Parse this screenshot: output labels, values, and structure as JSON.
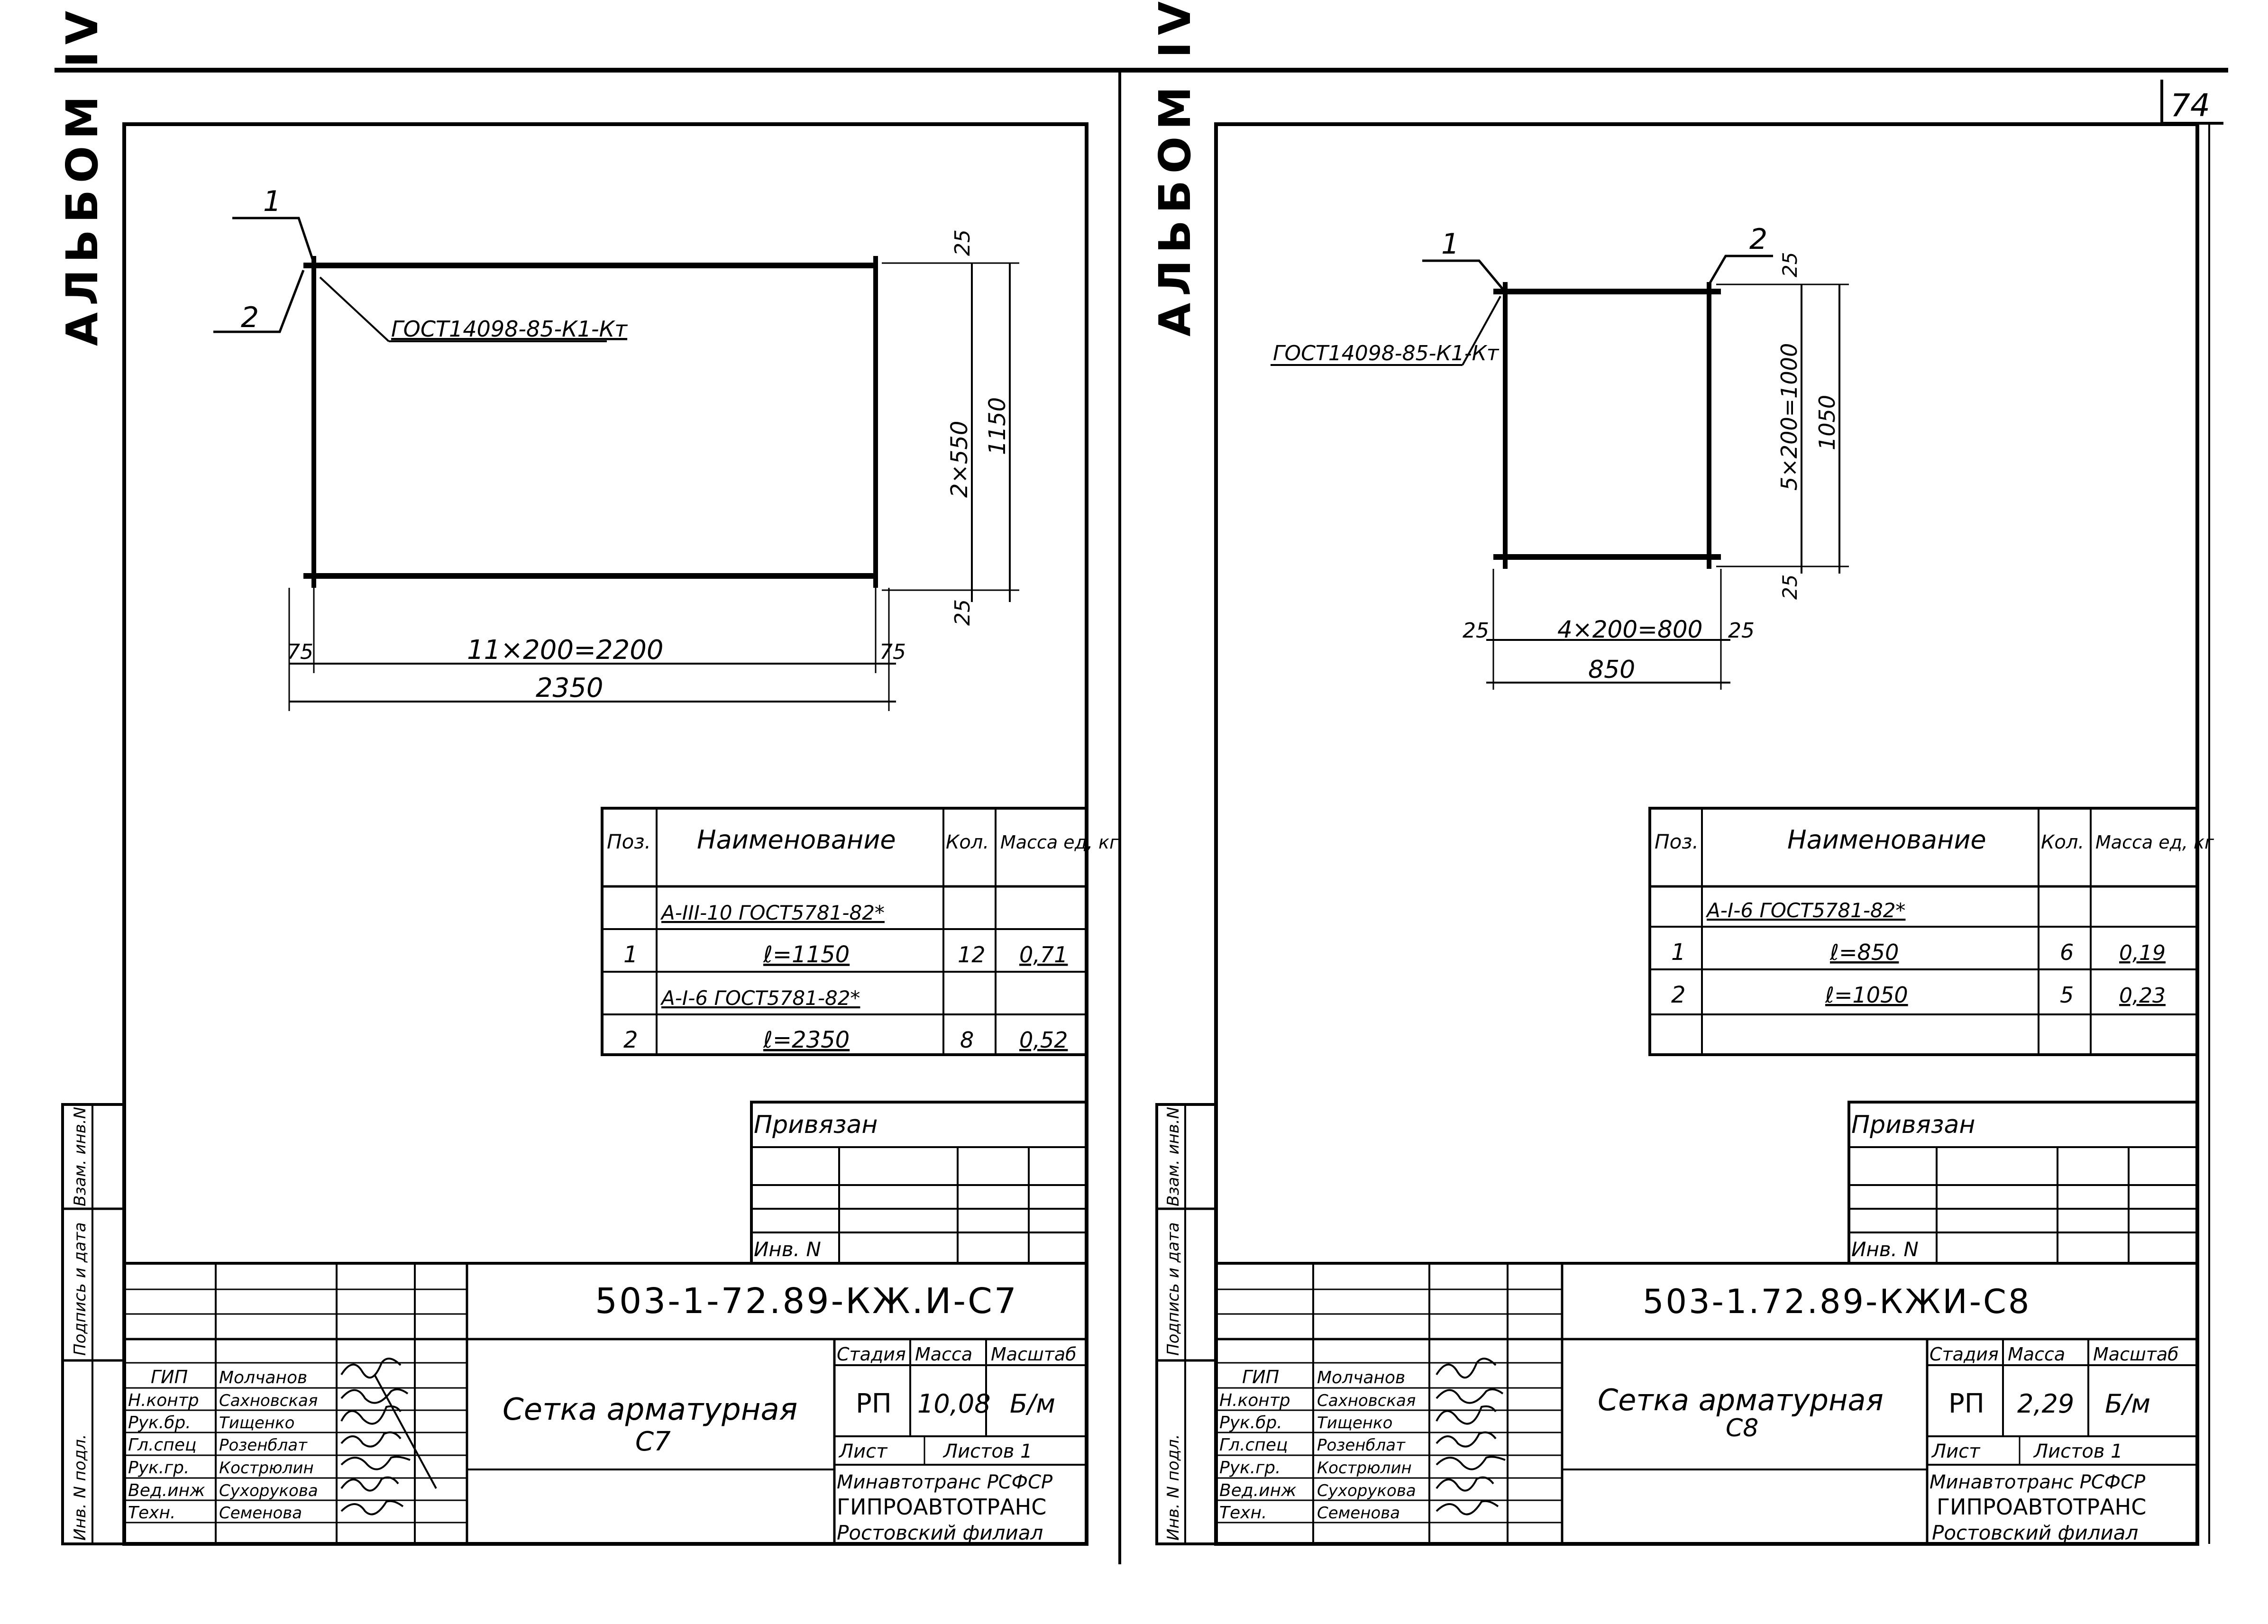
{
  "page_number": "74",
  "left_sheet": {
    "album_label": "АЛЬБОМ IV",
    "callouts": {
      "pos1": "1",
      "pos2": "2",
      "weld_note": "ГОСТ14098-85-К1-Кт"
    },
    "dims": {
      "top_offset": "25",
      "rows": "2×550",
      "height_total": "1150",
      "bottom_offset": "25",
      "left_offset": "75",
      "cols": "11×200=2200",
      "right_offset": "75",
      "width_total": "2350"
    },
    "spec": {
      "headers": [
        "Поз.",
        "Наименование",
        "Кол.",
        "Масса ед, кг"
      ],
      "rows": [
        [
          "",
          "А-III-10 ГОСТ5781-82*",
          "",
          ""
        ],
        [
          "1",
          "ℓ=1150",
          "12",
          "0,71"
        ],
        [
          "",
          "А-I-6 ГОСТ5781-82*",
          "",
          ""
        ],
        [
          "2",
          "ℓ=2350",
          "8",
          "0,52"
        ]
      ]
    },
    "privyazan": "Привязан",
    "inv_n": "Инв. N",
    "side_stamp": [
      "Инв. N подл.",
      "Подпись и дата",
      "Взам. инв.N"
    ],
    "title": {
      "code": "503-1-72.89-КЖ.И-С7",
      "name_line1": "Сетка арматурная",
      "name_line2": "С7",
      "stage_header": "Стадия",
      "mass_header": "Масса",
      "scale_header": "Масштаб",
      "stage": "РП",
      "mass": "10,08",
      "scale": "Б/м",
      "sheet_label": "Лист",
      "sheets_label": "Листов 1",
      "org_line1": "Минавтотранс РСФСР",
      "org_line2": "ГИПРОАВТОТРАНС",
      "org_line3": "Ростовский филиал",
      "staff": [
        {
          "role": "ГИП",
          "name": "Молчанов"
        },
        {
          "role": "Н.контр",
          "name": "Сахновская"
        },
        {
          "role": "Рук.бр.",
          "name": "Тищенко"
        },
        {
          "role": "Гл.спец",
          "name": "Розенблат"
        },
        {
          "role": "Рук.гр.",
          "name": "Кострюлин"
        },
        {
          "role": "Вед.инж",
          "name": "Сухорукова"
        },
        {
          "role": "Техн.",
          "name": "Семенова"
        }
      ]
    }
  },
  "right_sheet": {
    "album_label": "АЛЬБОМ IV",
    "callouts": {
      "pos1": "1",
      "pos2": "2",
      "weld_note": "ГОСТ14098-85-К1-Кт"
    },
    "dims": {
      "top_offset": "25",
      "rows": "5×200=1000",
      "height_total": "1050",
      "bottom_offset": "25",
      "left_offset": "25",
      "cols": "4×200=800",
      "right_offset": "25",
      "width_total": "850"
    },
    "spec": {
      "headers": [
        "Поз.",
        "Наименование",
        "Кол.",
        "Масса ед, кг"
      ],
      "rows": [
        [
          "",
          "А-I-6 ГОСТ5781-82*",
          "",
          ""
        ],
        [
          "1",
          "ℓ=850",
          "6",
          "0,19"
        ],
        [
          "2",
          "ℓ=1050",
          "5",
          "0,23"
        ],
        [
          "",
          "",
          "",
          ""
        ]
      ]
    },
    "privyazan": "Привязан",
    "inv_n": "Инв. N",
    "side_stamp": [
      "Инв. N подл.",
      "Подпись и дата",
      "Взам. инв.N"
    ],
    "title": {
      "code": "503-1.72.89-КЖИ-С8",
      "name_line1": "Сетка арматурная",
      "name_line2": "С8",
      "stage_header": "Стадия",
      "mass_header": "Масса",
      "scale_header": "Масштаб",
      "stage": "РП",
      "mass": "2,29",
      "scale": "Б/м",
      "sheet_label": "Лист",
      "sheets_label": "Листов 1",
      "org_line1": "Минавтотранс РСФСР",
      "org_line2": "ГИПРОАВТОТРАНС",
      "org_line3": "Ростовский филиал",
      "staff": [
        {
          "role": "ГИП",
          "name": "Молчанов"
        },
        {
          "role": "Н.контр",
          "name": "Сахновская"
        },
        {
          "role": "Рук.бр.",
          "name": "Тищенко"
        },
        {
          "role": "Гл.спец",
          "name": "Розенблат"
        },
        {
          "role": "Рук.гр.",
          "name": "Кострюлин"
        },
        {
          "role": "Вед.инж",
          "name": "Сухорукова"
        },
        {
          "role": "Техн.",
          "name": "Семенова"
        }
      ]
    }
  }
}
